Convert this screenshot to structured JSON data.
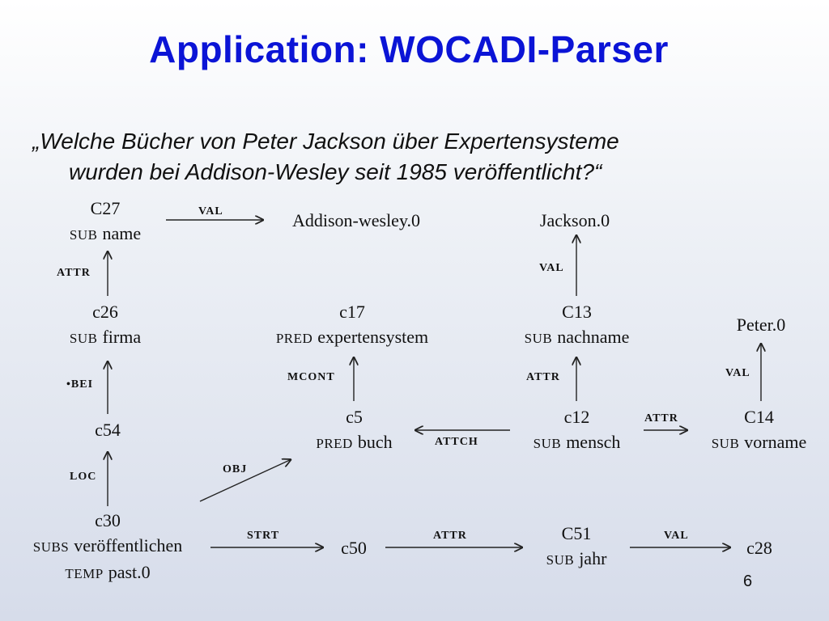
{
  "title": "Application: WOCADI-Parser",
  "quote": {
    "line1": "„Welche Bücher von Peter Jackson über Expertensysteme",
    "line2": "wurden bei Addison-Wesley seit 1985 veröffentlicht?“"
  },
  "nodes": {
    "c27": {
      "id": "C27",
      "rel": "SUB",
      "val": "name"
    },
    "addison": {
      "id": "Addison-wesley.0"
    },
    "jackson": {
      "id": "Jackson.0"
    },
    "c26": {
      "id": "c26",
      "rel": "SUB",
      "val": "firma"
    },
    "c17": {
      "id": "c17",
      "rel": "PRED",
      "val": "expertensystem"
    },
    "c13": {
      "id": "C13",
      "rel": "SUB",
      "val": "nachname"
    },
    "peter": {
      "id": "Peter.0"
    },
    "c54": {
      "id": "c54"
    },
    "c5": {
      "id": "c5",
      "rel": "PRED",
      "val": "buch"
    },
    "c12": {
      "id": "c12",
      "rel": "SUB",
      "val": "mensch"
    },
    "c14": {
      "id": "C14",
      "rel": "SUB",
      "val": "vorname"
    },
    "c30": {
      "id": "c30",
      "rel": "SUBS",
      "val": "veröffentlichen",
      "rel2": "TEMP",
      "val2": "past.0"
    },
    "c50": {
      "id": "c50"
    },
    "c51": {
      "id": "C51",
      "rel": "SUB",
      "val": "jahr"
    },
    "c28": {
      "id": "c28"
    }
  },
  "edges": {
    "val1": "VAL",
    "attr1": "ATTR",
    "val2": "VAL",
    "bei": "•BEI",
    "mcont": "MCONT",
    "attr2": "ATTR",
    "val3": "VAL",
    "attch": "ATTCH",
    "attr3": "ATTR",
    "loc": "LOC",
    "obj": "OBJ",
    "strt": "STRT",
    "attr4": "ATTR",
    "val4": "VAL"
  },
  "page_number": "6"
}
